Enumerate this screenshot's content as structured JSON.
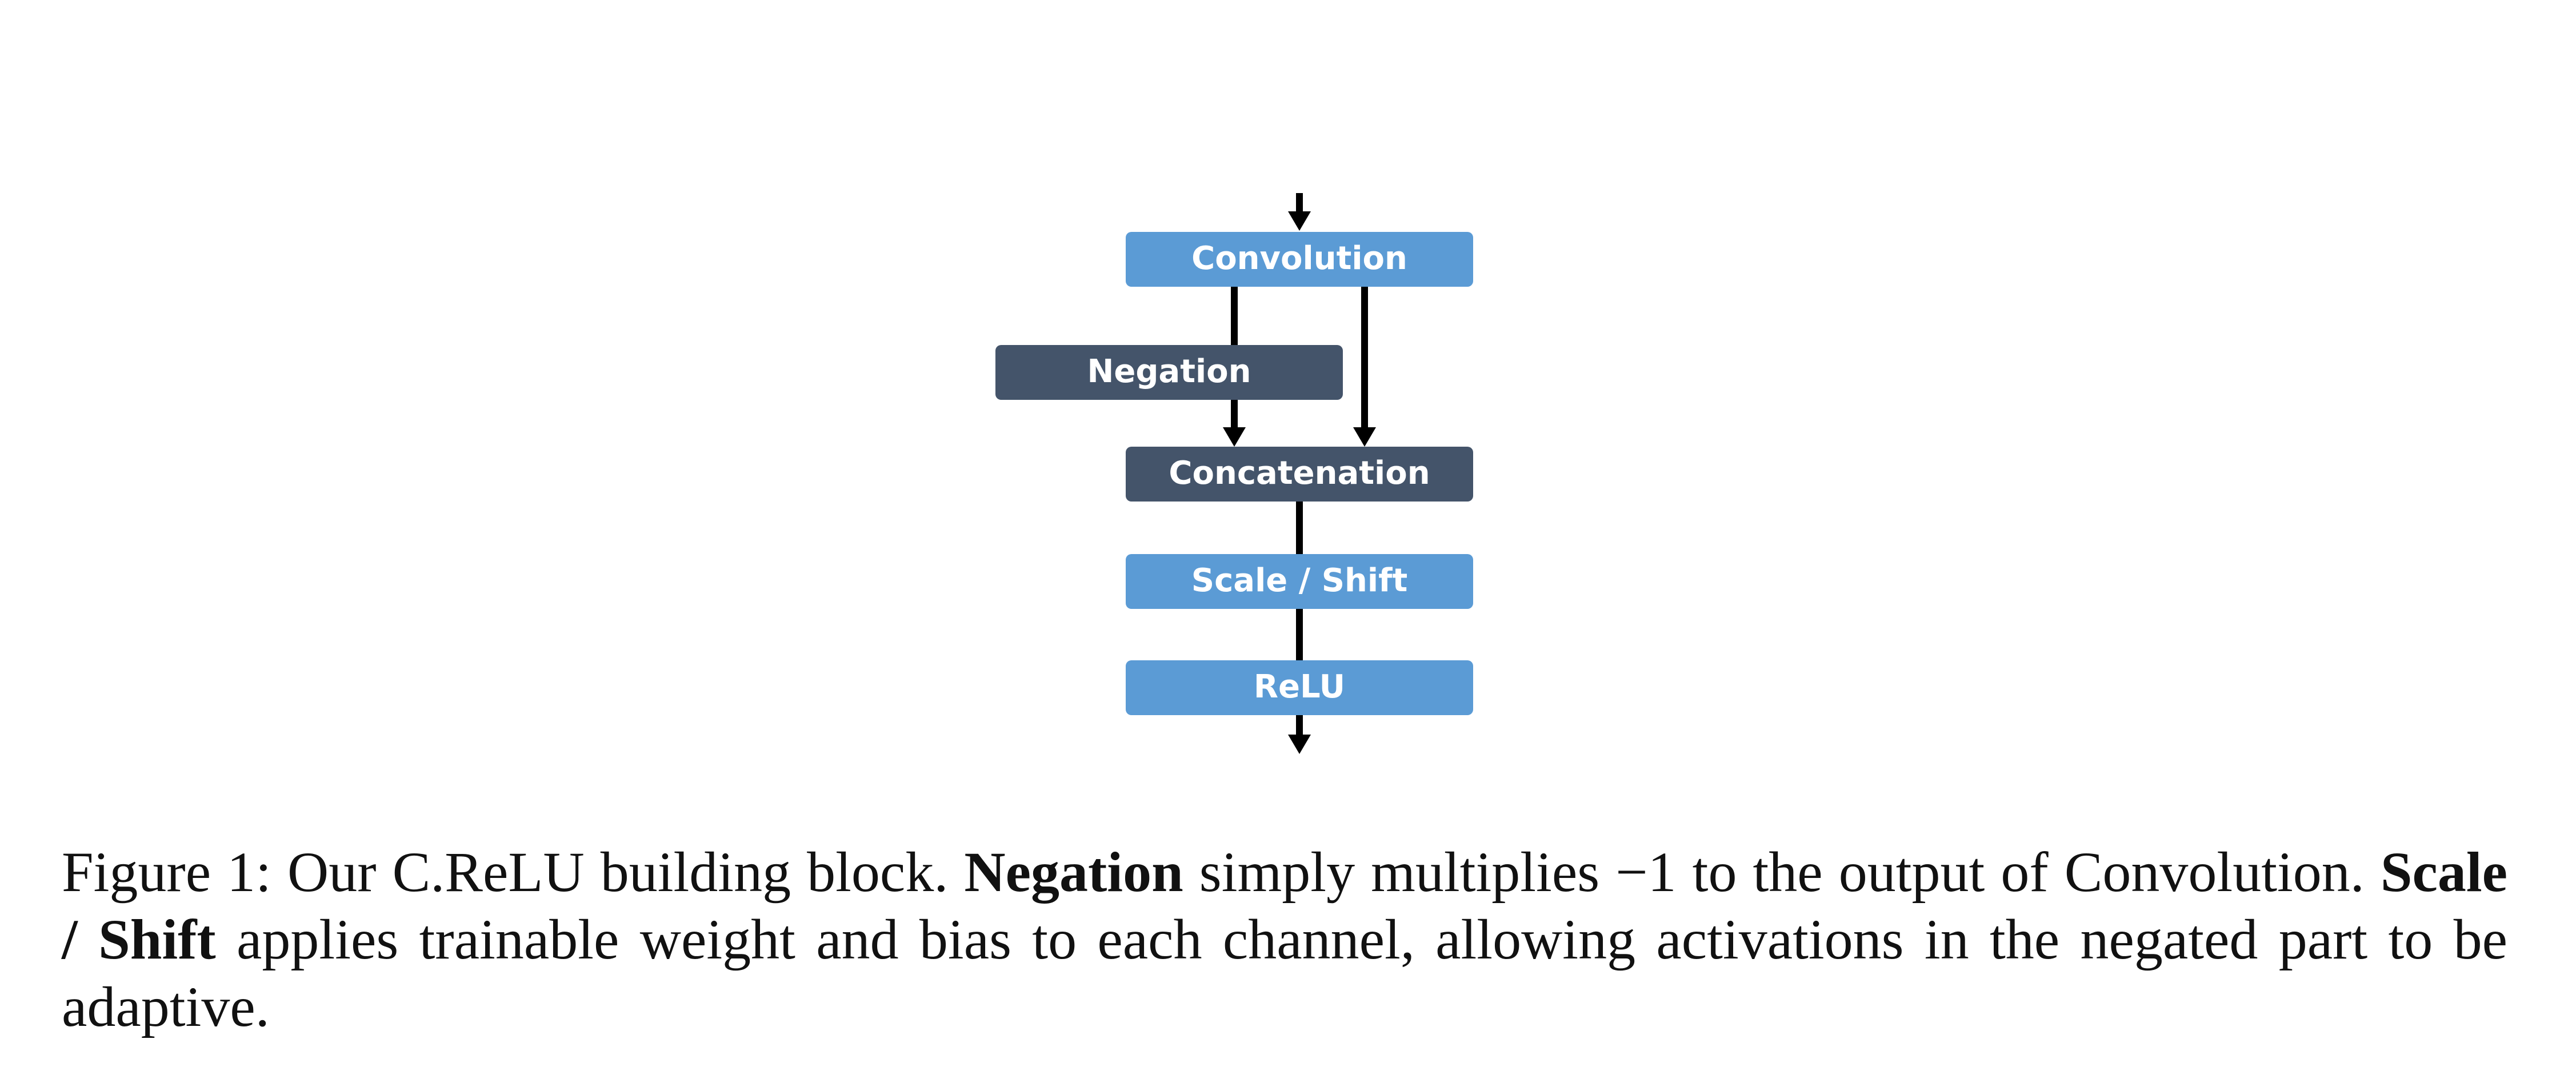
{
  "diagram": {
    "nodes": [
      {
        "id": "convolution",
        "label": "Convolution",
        "color": "#5b9bd5"
      },
      {
        "id": "negation",
        "label": "Negation",
        "color": "#44546a"
      },
      {
        "id": "concatenation",
        "label": "Concatenation",
        "color": "#44546a"
      },
      {
        "id": "scale_shift",
        "label": "Scale / Shift",
        "color": "#5b9bd5"
      },
      {
        "id": "relu",
        "label": "ReLU",
        "color": "#5b9bd5"
      }
    ],
    "edges": [
      {
        "from": "input",
        "to": "convolution"
      },
      {
        "from": "convolution",
        "to": "negation"
      },
      {
        "from": "negation",
        "to": "concatenation"
      },
      {
        "from": "convolution",
        "to": "concatenation"
      },
      {
        "from": "concatenation",
        "to": "scale_shift"
      },
      {
        "from": "scale_shift",
        "to": "relu"
      },
      {
        "from": "relu",
        "to": "output"
      }
    ]
  },
  "caption": {
    "prefix": "Figure 1: Our C.ReLU building block.",
    "term1": "Negation",
    "text1": "simply multiplies −1 to the output of Convolution.",
    "term2": "Scale / Shift",
    "text2": "applies trainable weight and bias to each channel, allowing activations in the negated part to be adaptive."
  }
}
